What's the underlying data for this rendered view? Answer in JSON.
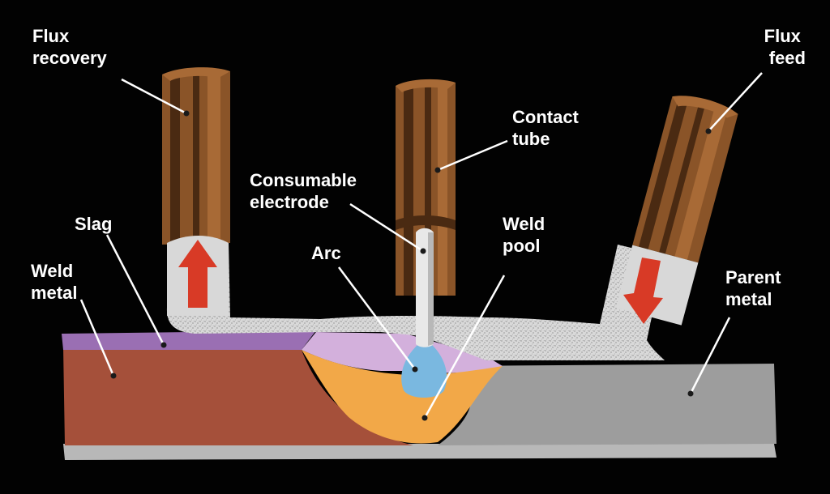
{
  "labels": {
    "flux_recovery": [
      "Flux",
      "recovery"
    ],
    "flux_feed": [
      "Flux",
      "feed"
    ],
    "contact_tube": [
      "Contact",
      "tube"
    ],
    "consumable_electrode": [
      "Consumable",
      "electrode"
    ],
    "slag": [
      "Slag"
    ],
    "weld_metal": [
      "Weld",
      "metal"
    ],
    "arc": [
      "Arc"
    ],
    "weld_pool": [
      "Weld",
      "pool"
    ],
    "parent_metal": [
      "Parent",
      "metal"
    ]
  },
  "colors": {
    "background": "#020202",
    "tube": "#8a5428",
    "tube_dark": "#4a2a12",
    "tube_light": "#a86a36",
    "flux": "#d8d8d8",
    "arrow": "#d83a26",
    "slag": "#9a6fb3",
    "weld_metal": "#a5503a",
    "weld_pool": "#f2a848",
    "molten_slag": "#d3b0dc",
    "arc": "#7ab8e0",
    "electrode": "#e8e8e8",
    "parent_metal": "#9d9d9d",
    "base_strip": "#b8b8b8",
    "leader": "#ffffff"
  }
}
